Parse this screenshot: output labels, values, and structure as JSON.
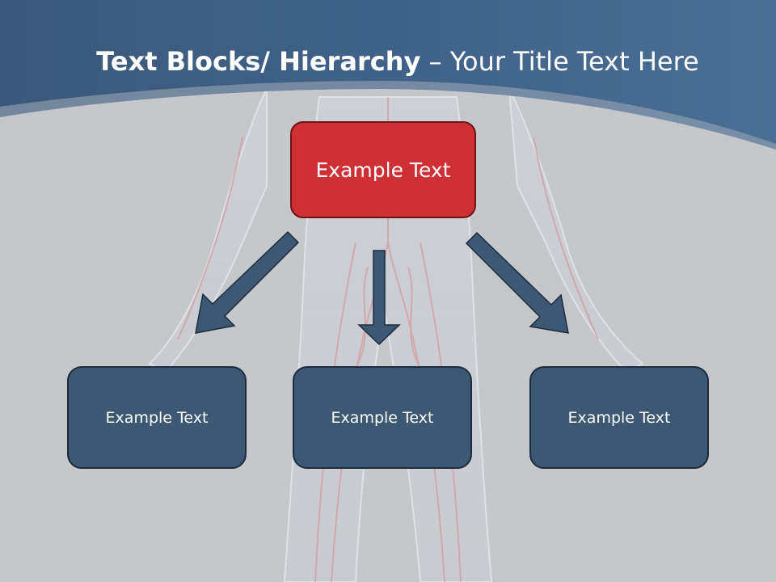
{
  "slide": {
    "title_bold": "Text Blocks/ Hierarchy",
    "title_rest": "– Your Title Text Here"
  },
  "hierarchy": {
    "top": {
      "label": "Example Text"
    },
    "children": [
      {
        "label": "Example Text"
      },
      {
        "label": "Example Text"
      },
      {
        "label": "Example Text"
      }
    ]
  },
  "colors": {
    "header": "#3d5e83",
    "background": "#c6c7cb",
    "top_box": "#cf3034",
    "child_box": "#3e5873",
    "arrow": "#3e5873"
  }
}
